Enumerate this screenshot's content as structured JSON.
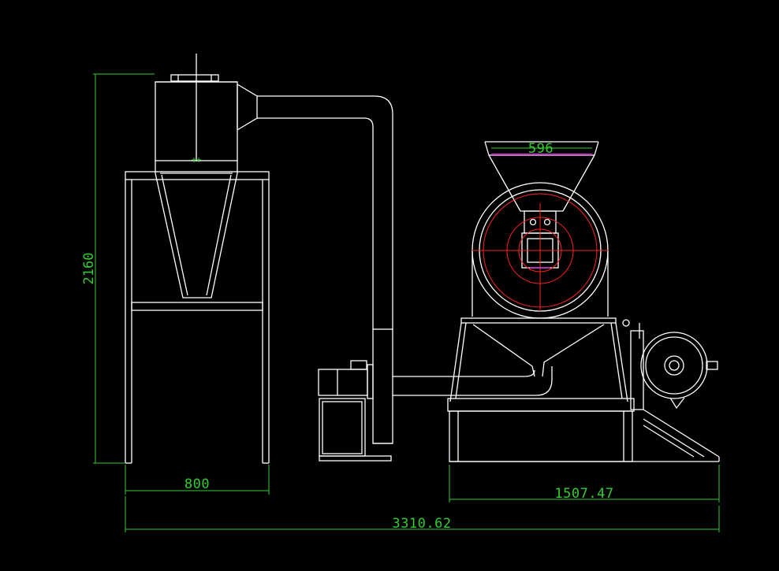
{
  "drawing": {
    "dimensions": {
      "overall_height": "2160",
      "stand_width": "800",
      "mill_base_width": "1507.47",
      "overall_length": "3310.62",
      "hopper_width": "596"
    }
  },
  "colors": {
    "background": "#000000",
    "outline": "#ffffff",
    "dimension": "#33cc33",
    "centerline": "#ff2222",
    "highlight": "#cc33cc"
  }
}
